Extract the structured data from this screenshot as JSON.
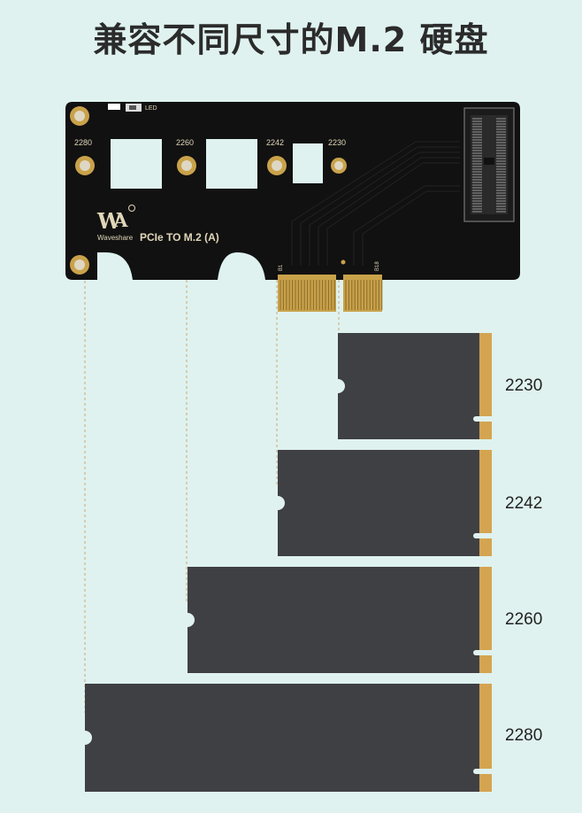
{
  "title": "兼容不同尺寸的M.2 硬盘",
  "board": {
    "led_label": "LED",
    "brand": "Waveshare",
    "product_label": "PCIe TO M.2 (A)",
    "hole_labels": [
      "2280",
      "2260",
      "2242",
      "2230"
    ],
    "pin_label_left": "B1",
    "pin_label_right": "B18"
  },
  "drives": [
    {
      "size": "2230"
    },
    {
      "size": "2242"
    },
    {
      "size": "2260"
    },
    {
      "size": "2280"
    }
  ],
  "colors": {
    "background": "#dff2ef",
    "pcb": "#111111",
    "gold": "#c9a24a",
    "ssd": "#3f4044",
    "connector_gold": "#d4a451",
    "guide_line": "#c8a878"
  }
}
